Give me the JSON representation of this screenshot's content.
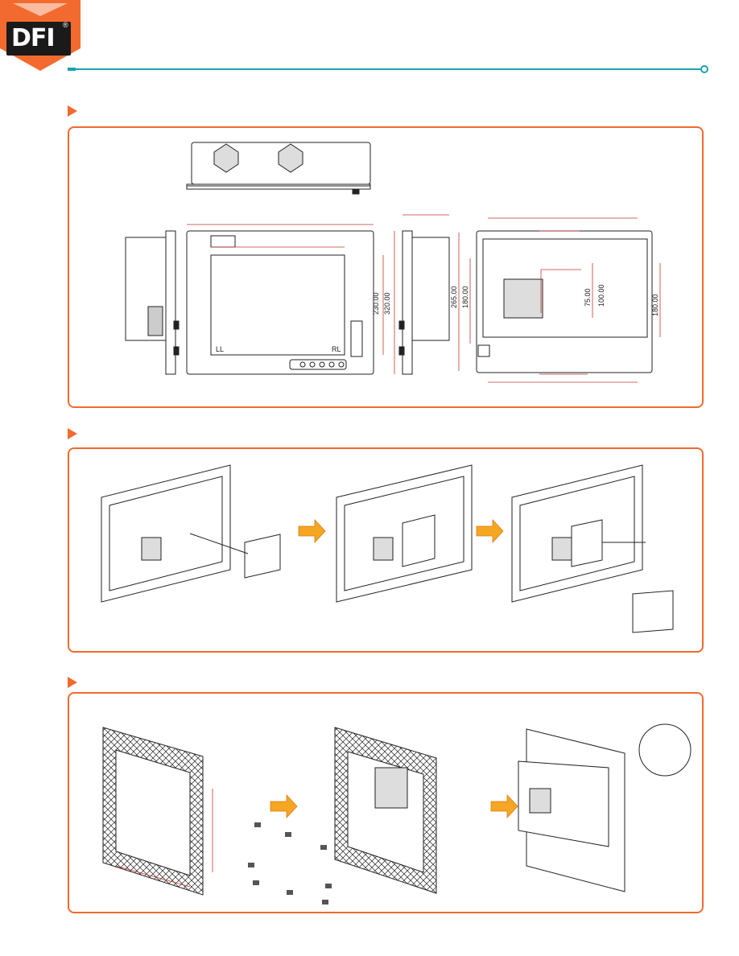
{
  "brand": {
    "logo_text": "DFI",
    "registered_mark": "®",
    "accent_color": "#f26a2e",
    "rule_color": "#1aa3ad"
  },
  "sections": [
    {
      "id": "dimensions",
      "marker_icon": "triangle-arrow-icon"
    },
    {
      "id": "vesa-mount",
      "marker_icon": "triangle-arrow-icon"
    },
    {
      "id": "panel-mount",
      "marker_icon": "triangle-arrow-icon"
    }
  ],
  "dimensions": {
    "front_width": "230.00",
    "front_height": "320.00",
    "rear_height_outer": "265.00",
    "rear_height_inner": "180.00",
    "rear_right_height": "180.00",
    "vesa_75": "75.00",
    "vesa_100": "100.00",
    "corner_left": "LL",
    "corner_right": "RL"
  }
}
